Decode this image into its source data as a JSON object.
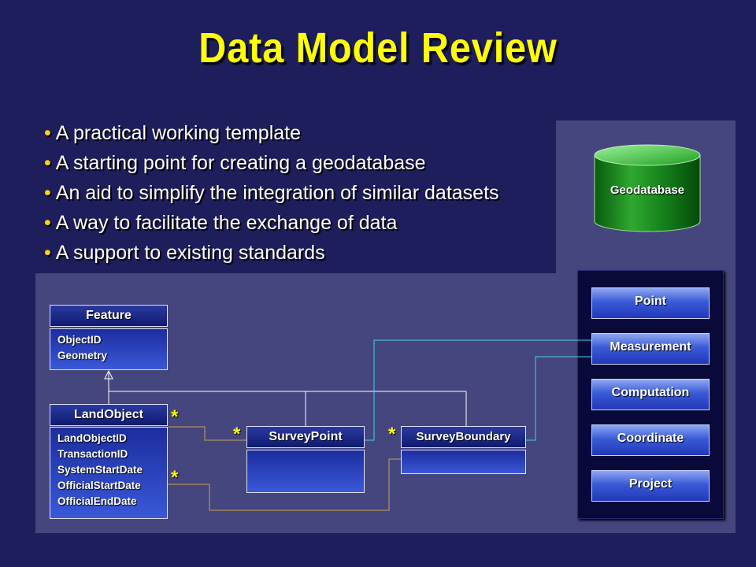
{
  "title": "Data Model Review",
  "bullets": [
    "A practical working template",
    "A starting point for creating a geodatabase",
    "An aid to simplify the integration of similar datasets",
    "A way to facilitate the exchange of data",
    "A support to existing standards"
  ],
  "geodatabase_label": "Geodatabase",
  "right_panel": [
    "Point",
    "Measurement",
    "Computation",
    "Coordinate",
    "Project"
  ],
  "feature": {
    "name": "Feature",
    "attributes": [
      "ObjectID",
      "Geometry"
    ]
  },
  "landobject": {
    "name": "LandObject",
    "attributes": [
      "LandObjectID",
      "TransactionID",
      "SystemStartDate",
      "OfficialStartDate",
      "OfficialEndDate"
    ]
  },
  "surveypoint": {
    "name": "SurveyPoint"
  },
  "surveyboundary": {
    "name": "SurveyBoundary"
  },
  "multiplicity": "*",
  "colors": {
    "title": "#ffff00",
    "background": "#1e1e5c",
    "panel": "#45467e",
    "link_cyan": "#40d0f0",
    "link_tan": "#c8a050"
  }
}
